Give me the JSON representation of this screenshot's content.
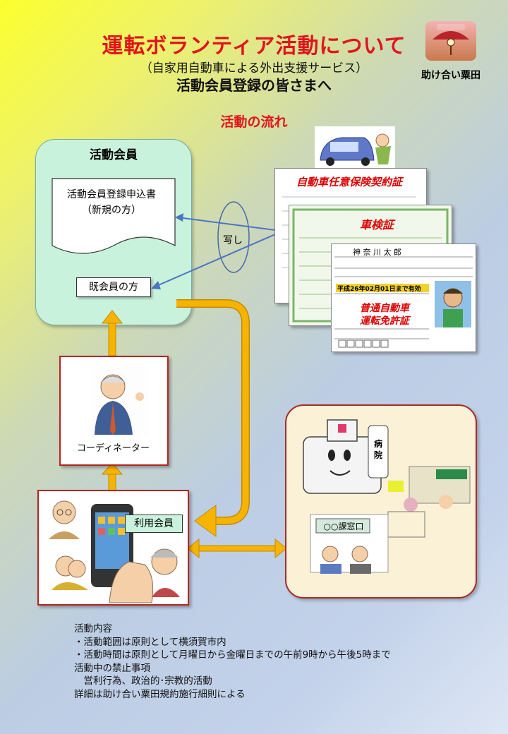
{
  "header": {
    "title": "運転ボランティア活動について",
    "subtitle": "（自家用自動車による外出支援サービス）",
    "subtitle2": "活動会員登録の皆さまへ"
  },
  "logo": {
    "label": "助け合い粟田"
  },
  "flow": {
    "title": "活動の流れ"
  },
  "member": {
    "title": "活動会員",
    "form_line1": "活動会員登録申込書",
    "form_line2": "（新規の方）",
    "existing_label": "既会員の方"
  },
  "copy_label": "写し",
  "documents": {
    "insurance": "自動車任意保険契約証",
    "inspection": "車検証",
    "license_line1": "普通自動車",
    "license_line2": "運転免許証",
    "license_valid": "平成26年02月01日まで有効",
    "license_name": "神 奈 川   太 郎"
  },
  "coordinator": {
    "label": "コーディネーター"
  },
  "user": {
    "tag": "利用会員"
  },
  "destinations": {
    "hospital_sign": "病院",
    "counter_sign": "○○課窓口"
  },
  "notes": {
    "heading": "活動内容",
    "line1": "・活動範囲は原則として横須賀市内",
    "line2": "・活動時間は原則として月曜日から金曜日までの午前9時から午後5時まで",
    "heading2": "活動中の禁止事項",
    "line3": "　営利行為、政治的･宗教的活動",
    "line4": "詳細は助け合い粟田規約施行細則による"
  }
}
